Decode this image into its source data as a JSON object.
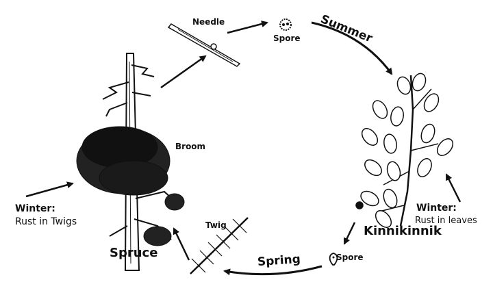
{
  "labels": {
    "needle": "Needle",
    "spore_top": "Spore",
    "summer": "Summer",
    "broom": "Broom",
    "winter_left_title": "Winter:",
    "winter_left_text": "Rust in Twigs",
    "twig": "Twig",
    "spruce": "Spruce",
    "spring": "Spring",
    "spore_bottom": "Spore",
    "kinnikinnik": "Kinnikinnik",
    "winter_right_title": "Winter:",
    "winter_right_text": "Rust in leaves"
  },
  "colors": {
    "ink": "#111111",
    "background": "#ffffff"
  }
}
